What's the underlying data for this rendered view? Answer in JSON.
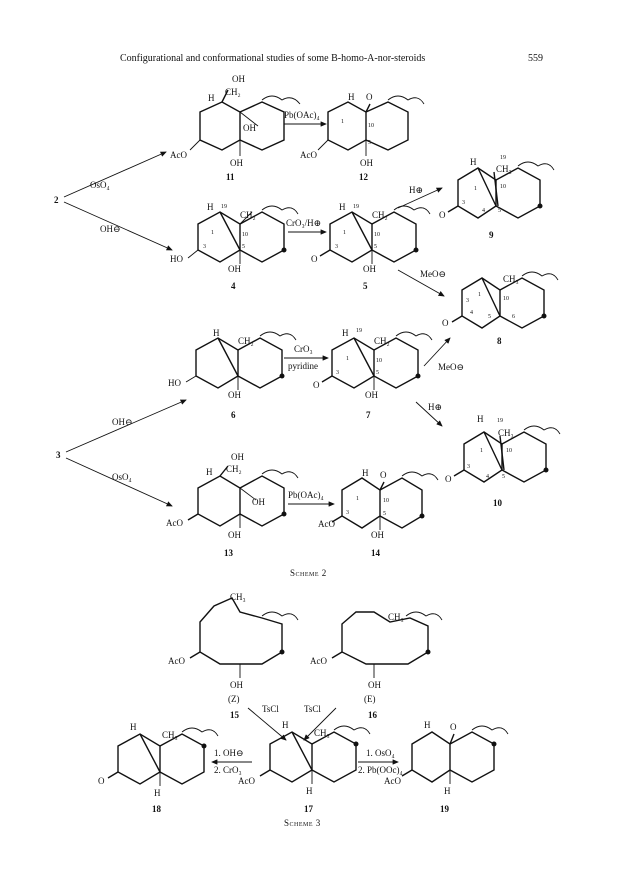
{
  "header": {
    "title": "Configurational and conformational studies of some B-homo-A-nor-steroids",
    "page_number": "559"
  },
  "reagents": {
    "pb_oac4": "Pb(OAc)₄",
    "oso4": "OsO₄",
    "oh_minus": "OH⊖",
    "cro3_h": "CrO₃/H⊕",
    "h_plus": "H⊕",
    "meo_minus": "MeO⊖",
    "cro3": "CrO₃",
    "pyridine": "pyridine",
    "tscl": "TsCl",
    "step1_oh": "1. OH⊖",
    "step2_cro3": "2. CrO₃",
    "step1_oso4": "1. OsO₄",
    "step2_pb": "2. Pb(OOc)₄"
  },
  "groups": {
    "oh": "OH",
    "aco": "AcO",
    "ho": "HO",
    "h": "H",
    "ch2": "CH₂",
    "ch3": "CH₃",
    "o": "O",
    "z": "(Z)",
    "e": "(E)"
  },
  "locants": {
    "c1": "1",
    "c3": "3",
    "c4": "4",
    "c5": "5",
    "c6": "6",
    "c10": "10",
    "c19": "19"
  },
  "compounds": {
    "c2": "2",
    "c3": "3",
    "c4": "4",
    "c5": "5",
    "c6": "6",
    "c7": "7",
    "c8": "8",
    "c9": "9",
    "c10": "10",
    "c11": "11",
    "c12": "12",
    "c13": "13",
    "c14": "14",
    "c15": "15",
    "c16": "16",
    "c17": "17",
    "c18": "18",
    "c19": "19"
  },
  "schemes": {
    "scheme2": "Scheme 2",
    "scheme3": "Scheme 3"
  }
}
